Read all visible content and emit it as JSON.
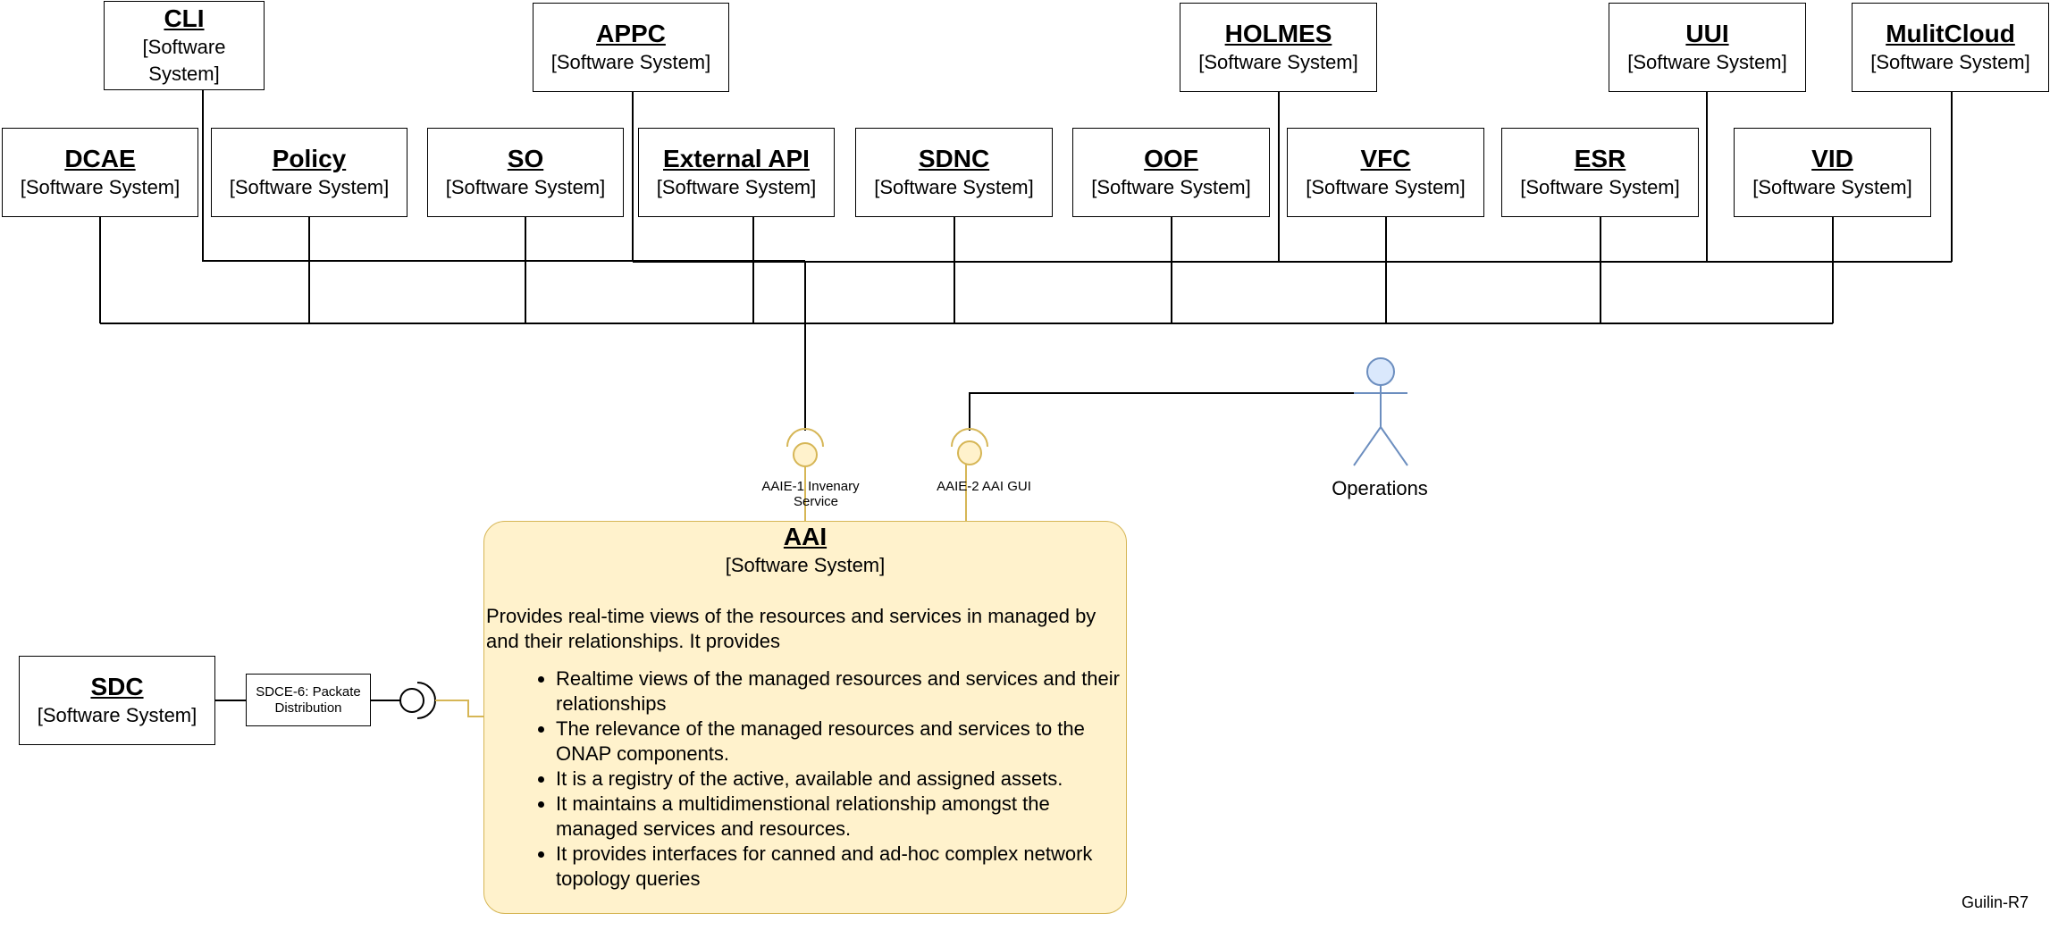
{
  "systems_top": [
    {
      "key": "cli",
      "name": "CLI",
      "type": "[Software System]"
    },
    {
      "key": "appc",
      "name": "APPC",
      "type": "[Software System]"
    },
    {
      "key": "holmes",
      "name": "HOLMES",
      "type": "[Software System]"
    },
    {
      "key": "uui",
      "name": "UUI",
      "type": "[Software System]"
    },
    {
      "key": "multicloud",
      "name": "MulitCloud",
      "type": "[Software System]"
    }
  ],
  "systems_row": [
    {
      "key": "dcae",
      "name": "DCAE",
      "type": "[Software System]"
    },
    {
      "key": "policy",
      "name": "Policy",
      "type": "[Software System]"
    },
    {
      "key": "so",
      "name": "SO",
      "type": "[Software System]"
    },
    {
      "key": "external-api",
      "name": "External API",
      "type": "[Software System]"
    },
    {
      "key": "sdnc",
      "name": "SDNC",
      "type": "[Software System]"
    },
    {
      "key": "oof",
      "name": "OOF",
      "type": "[Software System]"
    },
    {
      "key": "vfc",
      "name": "VFC",
      "type": "[Software System]"
    },
    {
      "key": "esr",
      "name": "ESR",
      "type": "[Software System]"
    },
    {
      "key": "vid",
      "name": "VID",
      "type": "[Software System]"
    }
  ],
  "sdc": {
    "name": "SDC",
    "type": "[Software System]"
  },
  "aai": {
    "name": "AAI",
    "type": "[Software System]",
    "description": "Provides real-time views of the resources and services in managed by and their relationships.  It provides",
    "bullets": [
      "Realtime views of the managed resources and services and their relationships",
      "The relevance of the managed resources and services to the ONAP components.",
      "It is a registry of the active, available and assigned assets.",
      "It maintains a multidimenstional relationship amongst the managed services and resources.",
      "It provides interfaces for canned and ad-hoc complex network topology queries"
    ]
  },
  "interfaces": {
    "aaie1_line1": "AAIE-1 Invenary",
    "aaie1_line2": "Service",
    "aaie2": "AAIE-2 AAI GUI",
    "sdce6": "SDCE-6: Packate Distribution"
  },
  "actor": {
    "label": "Operations"
  },
  "footer": "Guilin-R7",
  "colors": {
    "aai_fill": "#fff2cc",
    "aai_stroke": "#d6b656",
    "actor_fill": "#dae8fc",
    "actor_stroke": "#6c8ebf"
  }
}
